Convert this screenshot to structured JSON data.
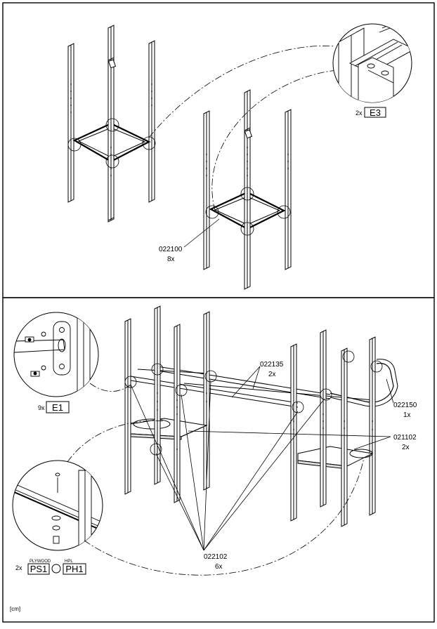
{
  "panel_top": {
    "part_label": "022100",
    "part_qty": "8x",
    "detail_qty": "2x",
    "detail_code": "E3"
  },
  "panel_bottom": {
    "label_022135": "022135",
    "qty_022135": "2x",
    "label_022150": "022150",
    "qty_022150": "1x",
    "label_021102": "021102",
    "qty_021102": "2x",
    "label_022102": "022102",
    "qty_022102": "6x",
    "detail_e1_qty": "9x",
    "detail_e1_code": "E1",
    "plate_qty": "2x",
    "plywood_label": "PLYWOOD",
    "hpl_label": "HPL",
    "plate_code_1": "PS1",
    "plate_code_2": "PH1"
  },
  "unit_label": "[cm]"
}
